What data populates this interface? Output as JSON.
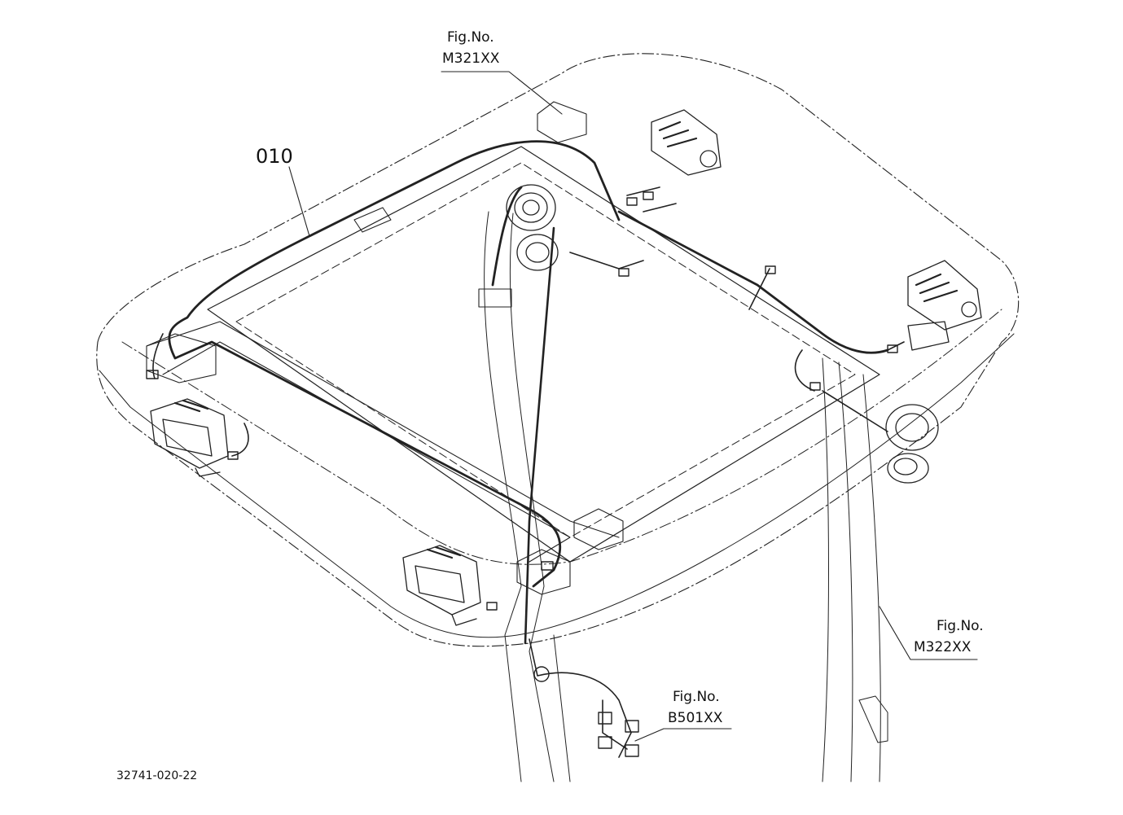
{
  "diagram": {
    "part_number": "010",
    "refs": [
      {
        "id": "m321",
        "prefix": "Fig.No.",
        "code": "M321XX"
      },
      {
        "id": "m322",
        "prefix": "Fig.No.",
        "code": "M322XX"
      },
      {
        "id": "b501",
        "prefix": "Fig.No.",
        "code": "B501XX"
      }
    ],
    "drawing_code": "32741-020-22"
  }
}
